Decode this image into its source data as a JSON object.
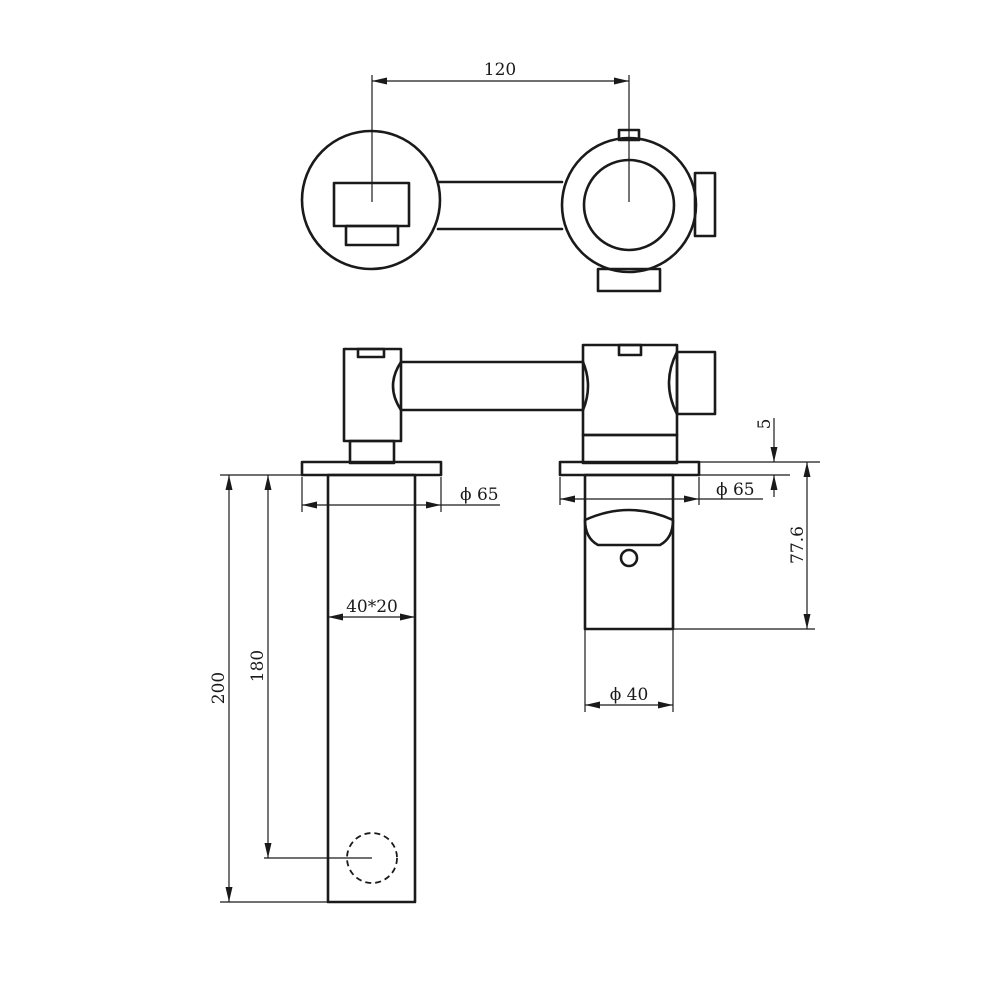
{
  "dimensions": {
    "top_spacing": "120",
    "left_rosette_dia": "ϕ 65",
    "right_rosette_dia": "ϕ 65",
    "spout_section": "40*20",
    "spout_total_length": "200",
    "spout_outlet_length": "180",
    "rosette_thickness": "5",
    "handle_length": "77.6",
    "handle_dia": "ϕ 40"
  },
  "colors": {
    "line": "#1a1a1a",
    "background": "#ffffff"
  }
}
